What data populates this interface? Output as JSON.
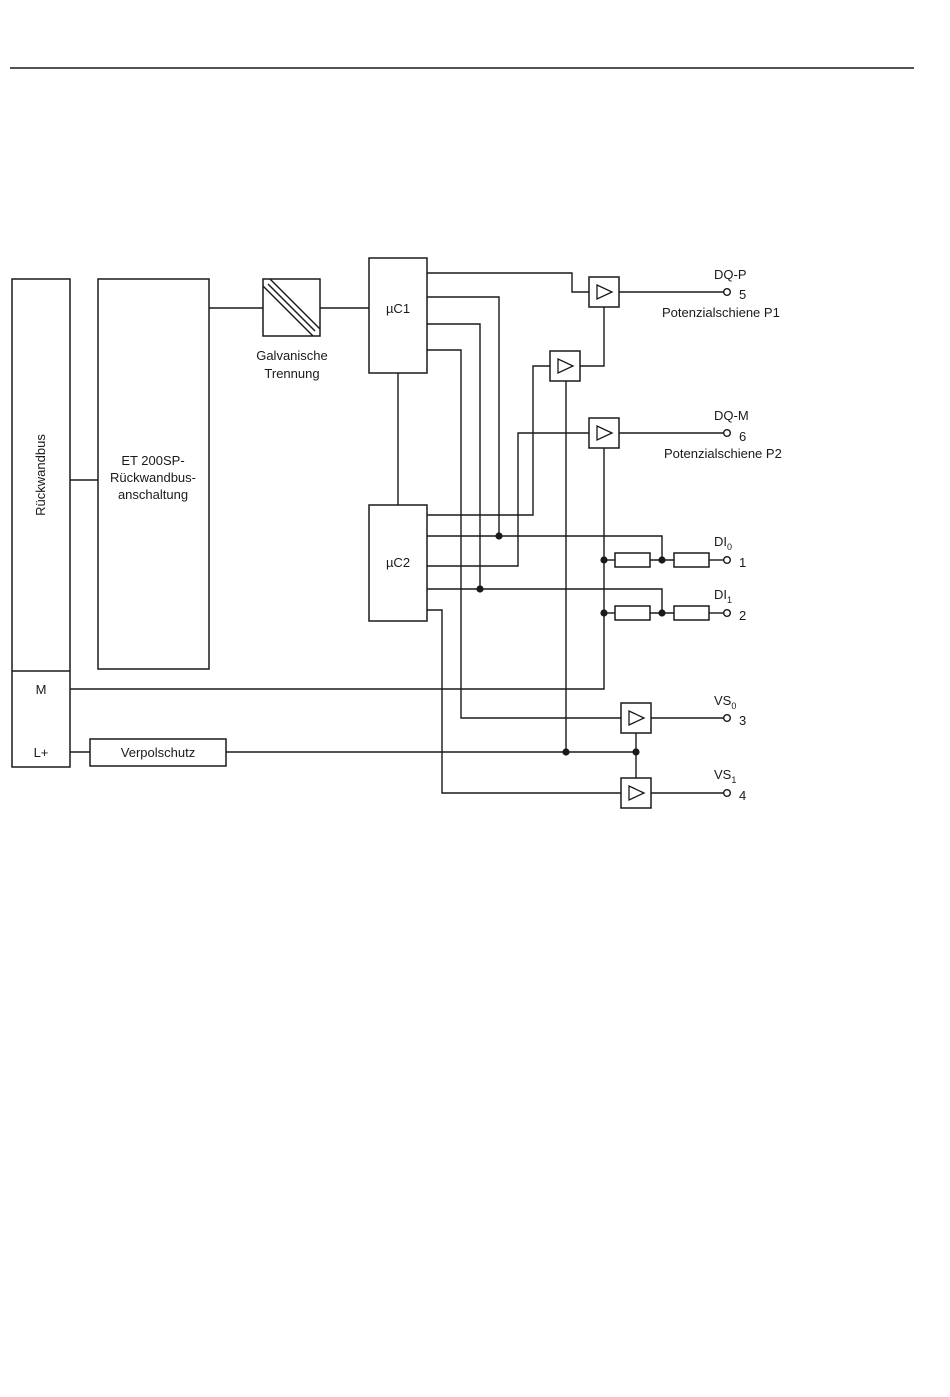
{
  "labels": {
    "backplane_bus": "Rückwandbus",
    "et200sp_line1": "ET 200SP-",
    "et200sp_line2": "Rückwandbus-",
    "et200sp_line3": "anschaltung",
    "galvanic_line1": "Galvanische",
    "galvanic_line2": "Trennung",
    "uc1": "µC1",
    "uc2": "µC2",
    "m": "M",
    "lplus": "L+",
    "reverse_polarity": "Verpolschutz"
  },
  "terminals": {
    "dqp": {
      "name": "DQ-P",
      "number": "5",
      "rail": "Potenzialschiene P1"
    },
    "dqm": {
      "name": "DQ-M",
      "number": "6",
      "rail": "Potenzialschiene P2"
    },
    "di0": {
      "name": "DI",
      "sub": "0",
      "number": "1"
    },
    "di1": {
      "name": "DI",
      "sub": "1",
      "number": "2"
    },
    "vs0": {
      "name": "VS",
      "sub": "0",
      "number": "3"
    },
    "vs1": {
      "name": "VS",
      "sub": "1",
      "number": "4"
    }
  }
}
